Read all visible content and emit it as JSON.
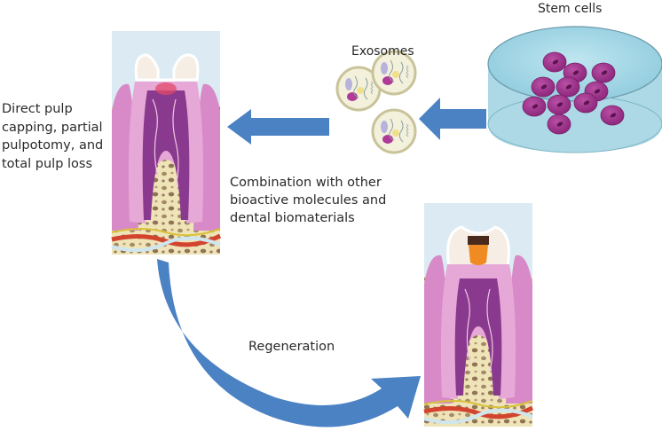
{
  "diagram": {
    "labels": {
      "stem_cells": "Stem cells",
      "exosomes": "Exosomes",
      "left_treatment": "Direct pulp capping, partial pulpotomy, and total pulp loss",
      "combination": "Combination with other bioactive molecules and dental biomaterials",
      "regeneration": "Regeneration"
    },
    "nodes": [
      {
        "id": "stem-cells",
        "label": "Stem cells",
        "depicts": "petri dish with purple stem cells"
      },
      {
        "id": "exosomes",
        "label": "Exosomes",
        "depicts": "three extracellular vesicles"
      },
      {
        "id": "damaged-tooth",
        "label": "Direct pulp capping, partial pulpotomy, and total pulp loss",
        "depicts": "tooth cross-section with exposed pulp"
      },
      {
        "id": "regenerated-tooth",
        "label": "Regeneration",
        "depicts": "tooth cross-section with capped pulp"
      }
    ],
    "edges": [
      {
        "from": "stem-cells",
        "to": "exosomes"
      },
      {
        "from": "exosomes",
        "to": "damaged-tooth",
        "label": "Combination with other bioactive molecules and dental biomaterials"
      },
      {
        "from": "damaged-tooth",
        "to": "regenerated-tooth",
        "label": "Regeneration"
      }
    ],
    "colors": {
      "arrow": "#4a82c4",
      "dish": "#a8d8e6",
      "cell": "#9a2f86",
      "gum": "#d98cc6",
      "pulp": "#8a3a8e",
      "bone": "#efe3b8",
      "sky": "#dbeaf2"
    }
  }
}
